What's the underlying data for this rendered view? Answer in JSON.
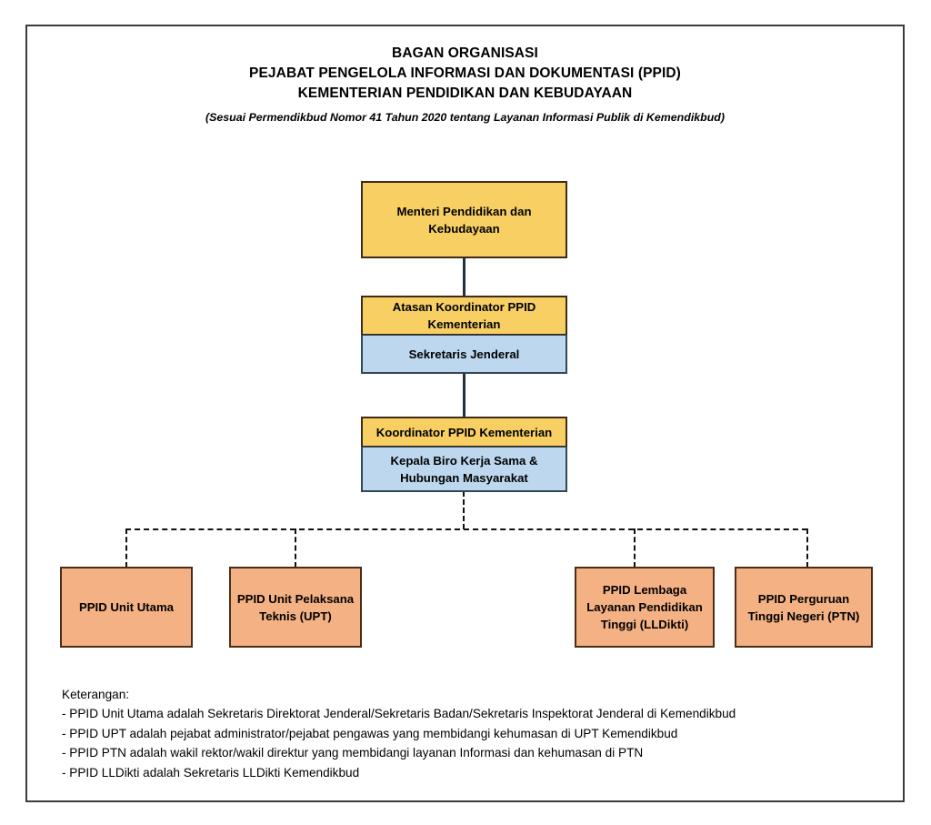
{
  "document": {
    "title_lines": [
      "BAGAN ORGANISASI",
      "PEJABAT PENGELOLA INFORMASI DAN DOKUMENTASI (PPID)",
      "KEMENTERIAN PENDIDIKAN DAN KEBUDAYAAN"
    ],
    "subtitle": "(Sesuai Permendikbud Nomor 41 Tahun 2020 tentang Layanan Informasi Publik di Kemendikbud)"
  },
  "colors": {
    "yellow_fill": "#F7CF63",
    "yellow_border": "#3F2B17",
    "blue_fill": "#BDD7EE",
    "blue_border": "#2F4858",
    "salmon_fill": "#F4B183",
    "salmon_border": "#4A2D18",
    "connector": "#22303C",
    "page_border": "#3B3B3B"
  },
  "chart_data": {
    "type": "org-chart",
    "orientation": "top-down",
    "levels": [
      {
        "level": 1,
        "nodes": [
          {
            "id": "menteri",
            "segments": [
              "Menteri Pendidikan dan Kebudayaan"
            ],
            "style": [
              "yellow"
            ]
          }
        ]
      },
      {
        "level": 2,
        "nodes": [
          {
            "id": "atasan-koordinator",
            "segments": [
              "Atasan Koordinator PPID Kementerian",
              "Sekretaris Jenderal"
            ],
            "style": [
              "yellow",
              "blue"
            ]
          }
        ]
      },
      {
        "level": 3,
        "nodes": [
          {
            "id": "koordinator",
            "segments": [
              "Koordinator PPID Kementerian",
              "Kepala Biro Kerja Sama & Hubungan Masyarakat"
            ],
            "style": [
              "yellow",
              "blue"
            ]
          }
        ]
      },
      {
        "level": 4,
        "nodes": [
          {
            "id": "ppid-unit-utama",
            "segments": [
              "PPID Unit Utama"
            ],
            "style": [
              "salmon"
            ]
          },
          {
            "id": "ppid-upt",
            "segments": [
              "PPID Unit Pelaksana Teknis (UPT)"
            ],
            "style": [
              "salmon"
            ]
          },
          {
            "id": "ppid-lldikti",
            "segments": [
              "PPID Lembaga Layanan Pendidikan Tinggi (LLDikti)"
            ],
            "style": [
              "salmon"
            ]
          },
          {
            "id": "ppid-ptn",
            "segments": [
              "PPID Perguruan Tinggi Negeri (PTN)"
            ],
            "style": [
              "salmon"
            ]
          }
        ]
      }
    ],
    "edges": [
      {
        "from": "menteri",
        "to": "atasan-koordinator",
        "line": "solid"
      },
      {
        "from": "atasan-koordinator",
        "to": "koordinator",
        "line": "solid"
      },
      {
        "from": "koordinator",
        "to": "ppid-unit-utama",
        "line": "dashed"
      },
      {
        "from": "koordinator",
        "to": "ppid-upt",
        "line": "dashed"
      },
      {
        "from": "koordinator",
        "to": "ppid-lldikti",
        "line": "dashed"
      },
      {
        "from": "koordinator",
        "to": "ppid-ptn",
        "line": "dashed"
      }
    ]
  },
  "nodes": {
    "menteri": {
      "line1": "Menteri Pendidikan dan",
      "line2": "Kebudayaan"
    },
    "atasan_top": {
      "line1": "Atasan Koordinator PPID",
      "line2": "Kementerian"
    },
    "atasan_bottom": {
      "line1": "Sekretaris Jenderal"
    },
    "koordinator_top": {
      "line1": "Koordinator PPID Kementerian"
    },
    "koordinator_bottom": {
      "line1": "Kepala Biro Kerja Sama &",
      "line2": "Hubungan Masyarakat"
    },
    "unit_utama": {
      "line1": "PPID Unit Utama"
    },
    "upt": {
      "line1": "PPID Unit Pelaksana",
      "line2": "Teknis (UPT)"
    },
    "lldikti": {
      "line1": "PPID Lembaga",
      "line2": "Layanan Pendidikan",
      "line3": "Tinggi (LLDikti)"
    },
    "ptn": {
      "line1": "PPID Perguruan",
      "line2": "Tinggi Negeri (PTN)"
    }
  },
  "legend": {
    "heading": "Keterangan:",
    "items": [
      "- PPID Unit Utama adalah Sekretaris Direktorat Jenderal/Sekretaris Badan/Sekretaris Inspektorat Jenderal di Kemendikbud",
      "- PPID UPT adalah pejabat administrator/pejabat pengawas yang membidangi kehumasan di UPT Kemendikbud",
      "- PPID PTN adalah wakil rektor/wakil direktur yang membidangi layanan Informasi dan kehumasan di PTN",
      "- PPID LLDikti adalah Sekretaris LLDikti Kemendikbud"
    ]
  }
}
